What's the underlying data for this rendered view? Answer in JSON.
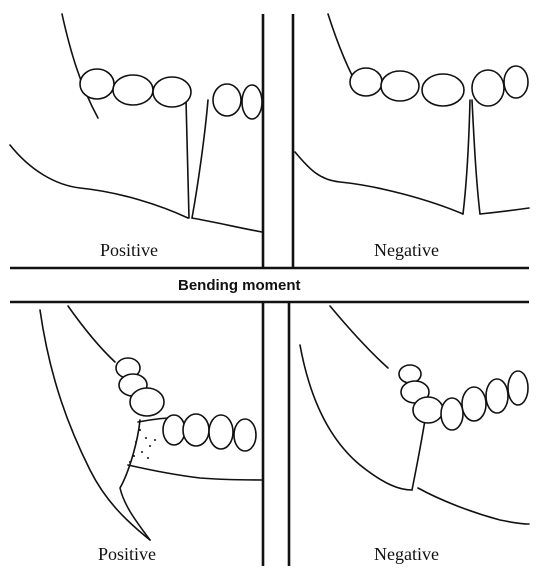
{
  "labels": {
    "top_left": "Positive",
    "top_right": "Negative",
    "center": "Bending moment",
    "bottom_left": "Positive",
    "bottom_right": "Negative"
  }
}
